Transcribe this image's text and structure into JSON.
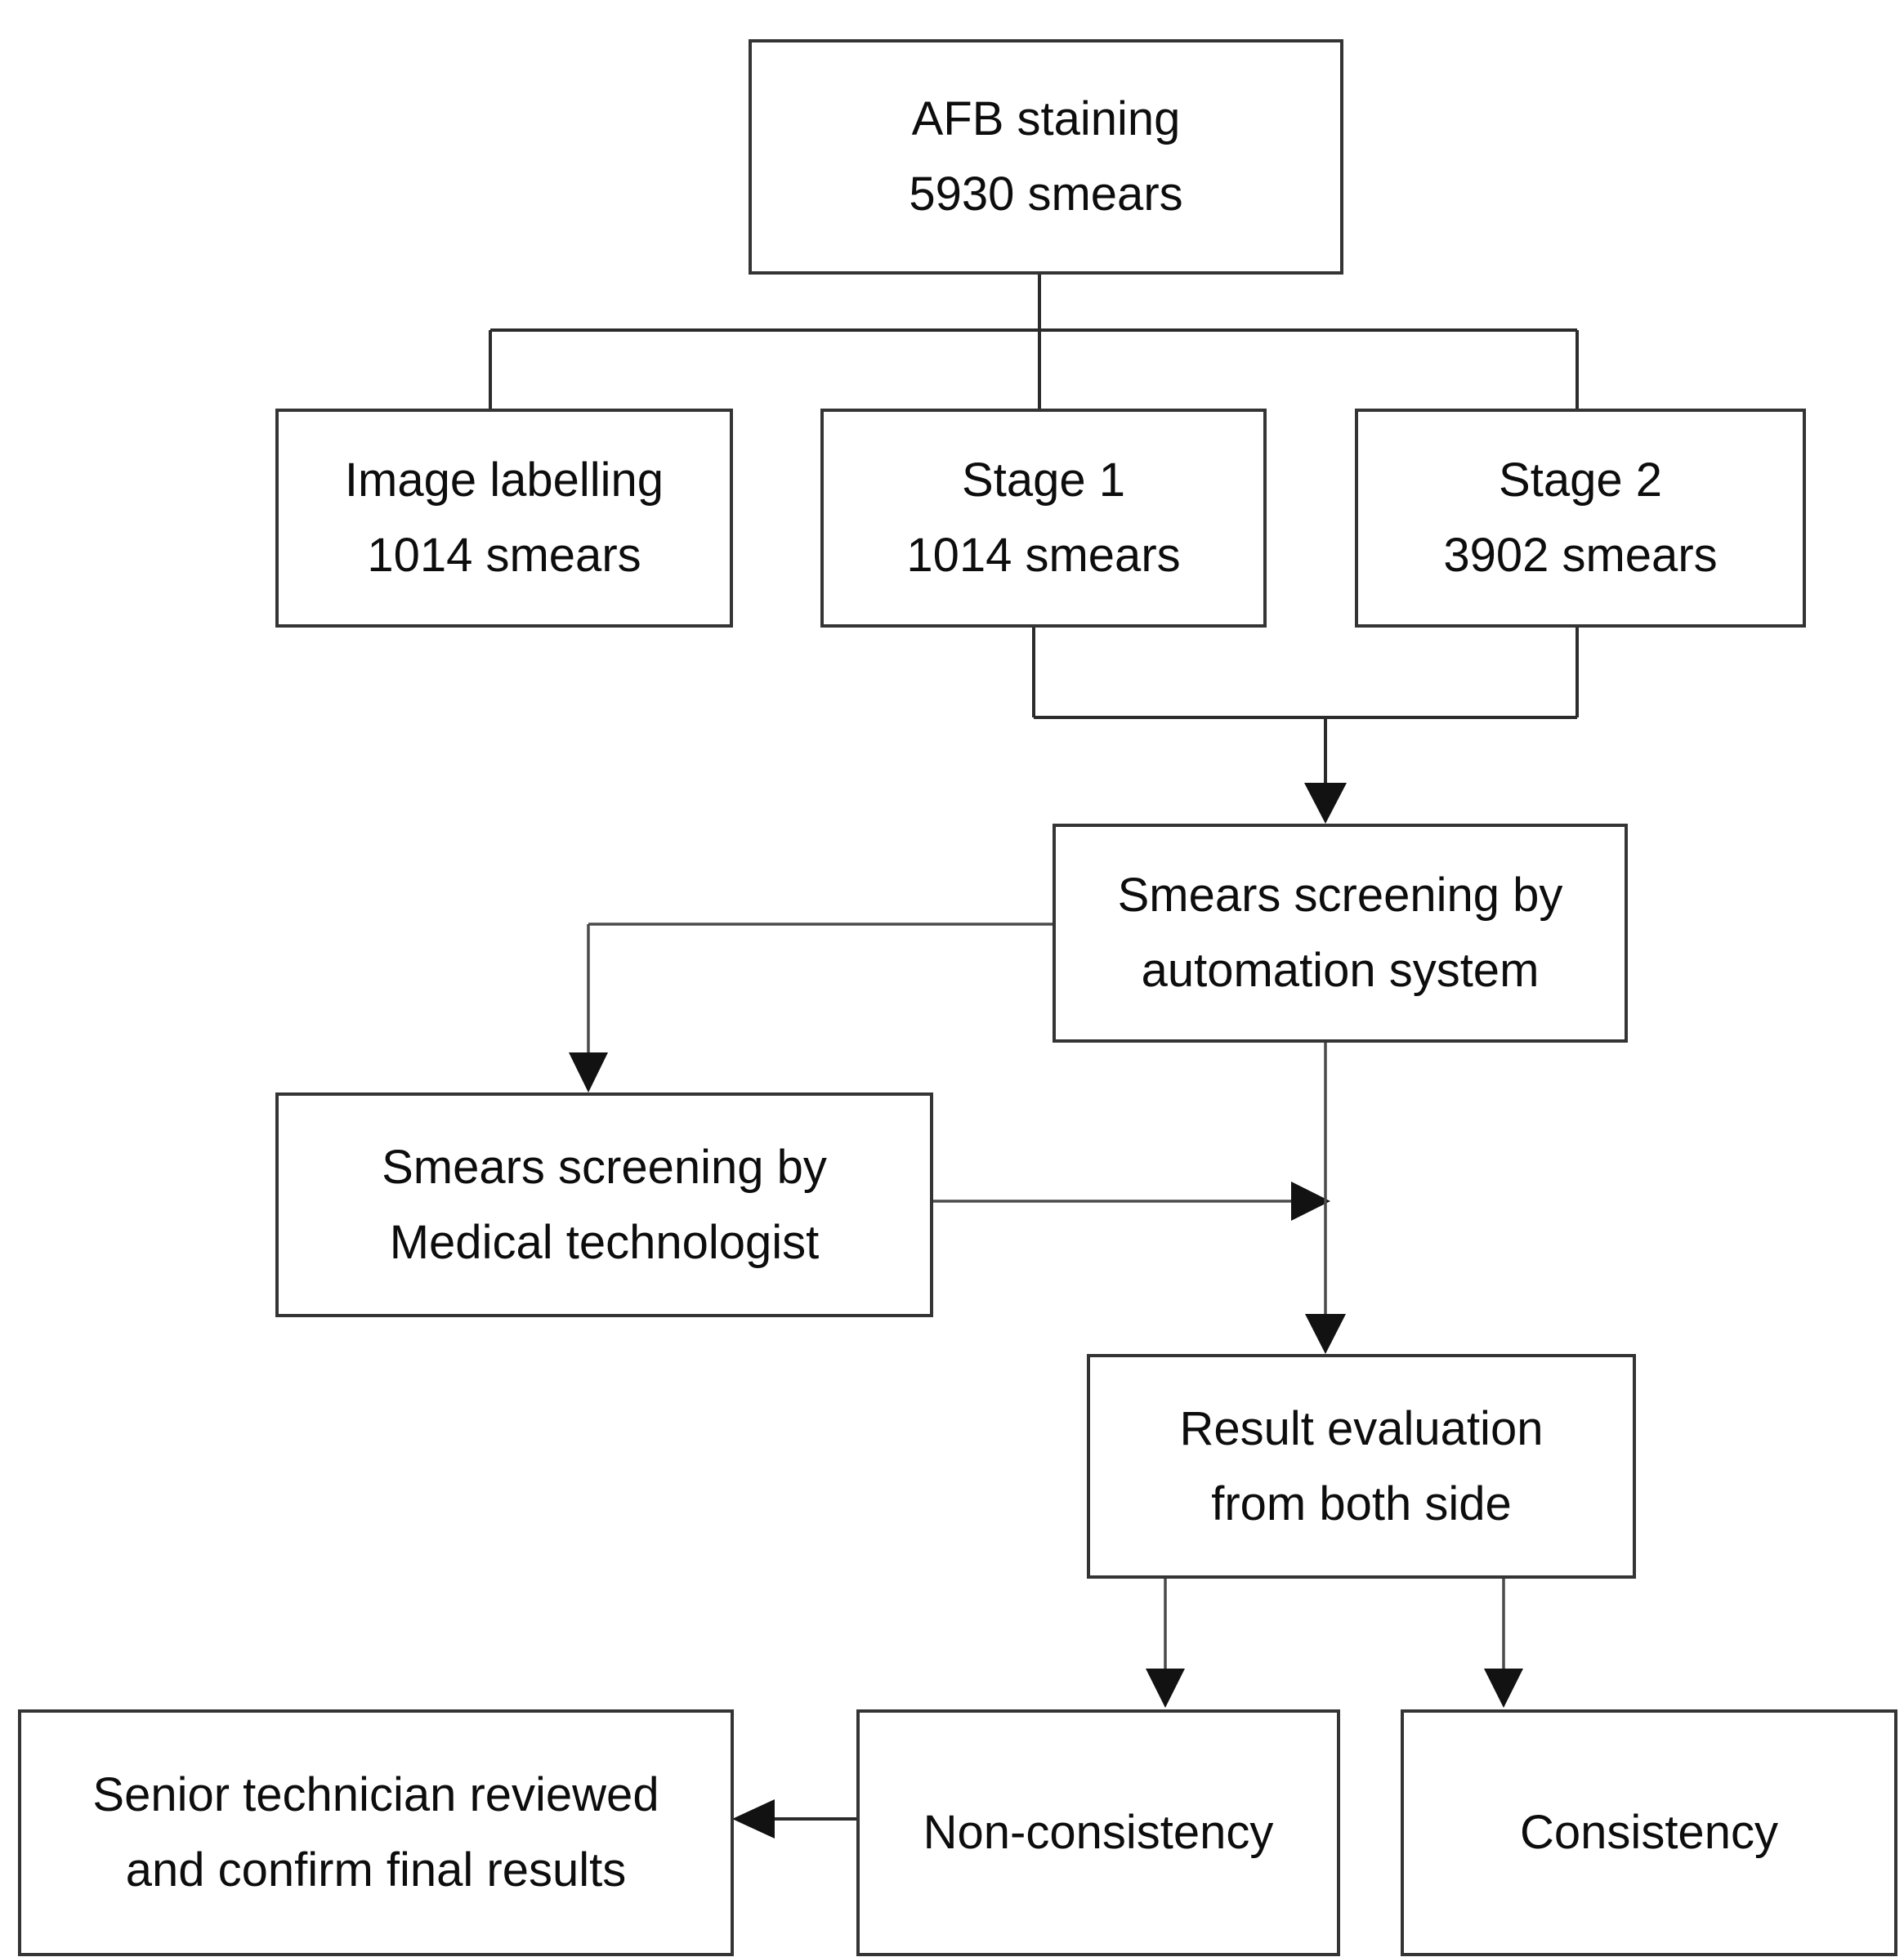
{
  "diagram": {
    "title": "AFB smear screening workflow flowchart",
    "text_color": "#0d0d0d",
    "border_color": "#343434",
    "background_color": "#ffffff",
    "nodes": {
      "afb_staining": {
        "line1": "AFB staining",
        "line2": "5930 smears"
      },
      "image_labelling": {
        "line1": "Image labelling",
        "line2": "1014 smears"
      },
      "stage_1": {
        "line1": "Stage 1",
        "line2": "1014 smears"
      },
      "stage_2": {
        "line1": "Stage 2",
        "line2": "3902 smears"
      },
      "automation_screening": {
        "line1": "Smears screening by",
        "line2": "automation system"
      },
      "medical_technologist_screening": {
        "line1": "Smears screening by",
        "line2": "Medical technologist"
      },
      "result_evaluation": {
        "line1": "Result evaluation",
        "line2": "from both side"
      },
      "senior_review": {
        "line1": "Senior technician reviewed",
        "line2": "and confirm final results"
      },
      "non_consistency": {
        "line1": "Non-consistency"
      },
      "consistency": {
        "line1": "Consistency"
      }
    },
    "edges": [
      {
        "from": "afb_staining",
        "to": "image_labelling",
        "style": "elbow",
        "arrowhead": false
      },
      {
        "from": "afb_staining",
        "to": "stage_1",
        "style": "elbow",
        "arrowhead": false
      },
      {
        "from": "afb_staining",
        "to": "stage_2",
        "style": "elbow",
        "arrowhead": false
      },
      {
        "from": "stage_1",
        "to": "automation_screening",
        "style": "merge-elbow",
        "arrowhead": true
      },
      {
        "from": "stage_2",
        "to": "automation_screening",
        "style": "merge-elbow",
        "arrowhead": true
      },
      {
        "from": "automation_screening",
        "to": "medical_technologist_screening",
        "style": "elbow-left-down",
        "arrowhead": true
      },
      {
        "from": "medical_technologist_screening",
        "to": "result_evaluation",
        "style": "right-arrow",
        "arrowhead": true
      },
      {
        "from": "automation_screening",
        "to": "result_evaluation",
        "style": "straight-down",
        "arrowhead": true
      },
      {
        "from": "result_evaluation",
        "to": "non_consistency",
        "style": "straight-down",
        "arrowhead": true
      },
      {
        "from": "result_evaluation",
        "to": "consistency",
        "style": "straight-down",
        "arrowhead": true
      },
      {
        "from": "non_consistency",
        "to": "senior_review",
        "style": "left-arrow",
        "arrowhead": true
      }
    ]
  }
}
